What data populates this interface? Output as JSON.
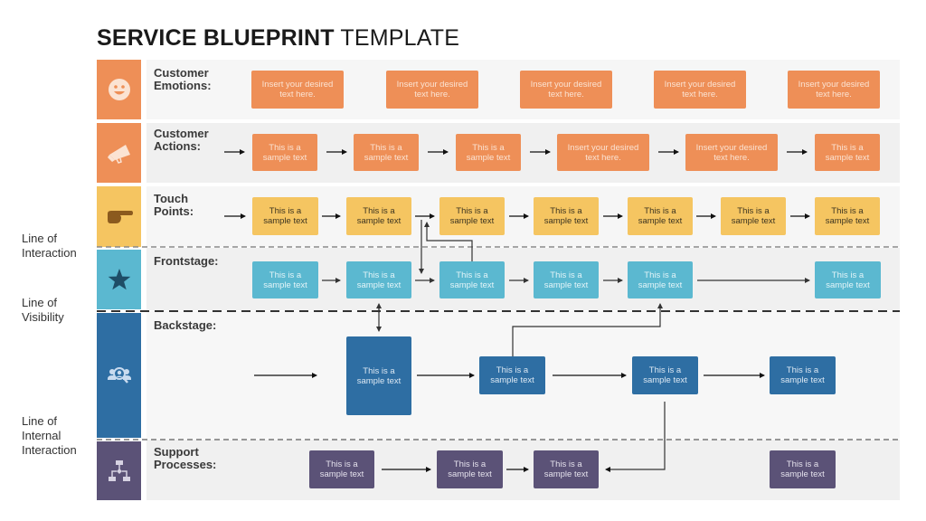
{
  "title": {
    "bold": "SERVICE BLUEPRINT",
    "light": "TEMPLATE"
  },
  "side_labels": {
    "interaction": [
      "Line of",
      "Interaction"
    ],
    "visibility": [
      "Line of",
      "Visibility"
    ],
    "internal": [
      "Line of",
      "Internal",
      "Interaction"
    ]
  },
  "colors": {
    "orange": "#ee8f57",
    "yellow": "#f5c561",
    "cyan": "#5bb8d0",
    "blue": "#2e6ea3",
    "purple": "#5b5277"
  },
  "rows": [
    {
      "key": "emotions",
      "title": [
        "Customer",
        "Emotions:"
      ],
      "icon": "smiley-face-icon",
      "boxes": [
        "Insert your desired text here.",
        "Insert your desired text here.",
        "Insert your desired text here.",
        "Insert your desired text here.",
        "Insert your desired text here."
      ]
    },
    {
      "key": "actions",
      "title": [
        "Customer",
        "Actions:"
      ],
      "icon": "megaphone-icon",
      "boxes": [
        "This is a sample text",
        "This is a sample text",
        "This is a sample text",
        "Insert your desired text here.",
        "Insert your desired text here.",
        "This is a sample text"
      ]
    },
    {
      "key": "touch",
      "title": [
        "Touch",
        "Points:"
      ],
      "icon": "pointing-hand-icon",
      "boxes": [
        "This is a sample text",
        "This is a sample text",
        "This is a sample text",
        "This is a sample text",
        "This is a sample text",
        "This is a sample text",
        "This is a sample text"
      ]
    },
    {
      "key": "frontstage",
      "title": [
        "Frontstage:"
      ],
      "icon": "star-icon",
      "boxes": [
        "This is a sample text",
        "This is a sample text",
        "This is a sample text",
        "This is a sample text",
        "This is a sample text",
        "This is a sample text"
      ]
    },
    {
      "key": "backstage",
      "title": [
        "Backstage:"
      ],
      "icon": "user-search-icon",
      "boxes": [
        "This is a sample text",
        "This is a sample text",
        "This is a sample text",
        "This is a sample text"
      ]
    },
    {
      "key": "support",
      "title": [
        "Support",
        "Processes:"
      ],
      "icon": "flowchart-icon",
      "boxes": [
        "This is a sample text",
        "This is a sample text",
        "This is a sample text",
        "This is a sample text"
      ]
    }
  ]
}
